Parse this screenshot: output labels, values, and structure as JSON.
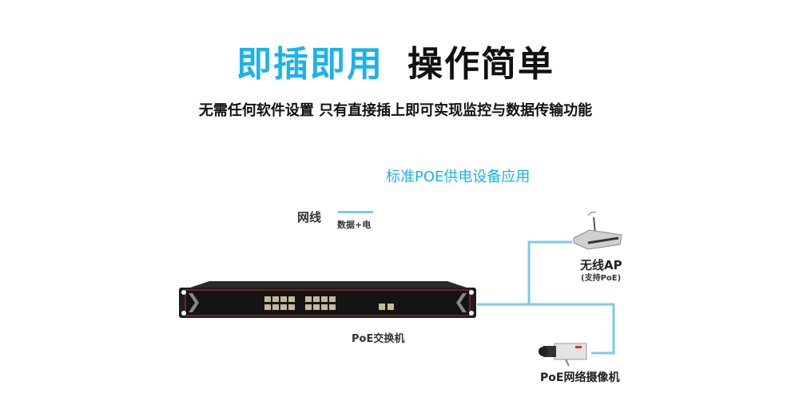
{
  "title": {
    "highlight": "即插即用",
    "rest": "操作简单"
  },
  "subtitle": "无需任何软件设置 只有直接插上即可实现监控与数据传输功能",
  "diagram": {
    "heading": "标准POE供电设备应用",
    "legend": {
      "label": "网线",
      "description": "数据+电",
      "line_color": "#7cc9ee"
    },
    "switch_label": "PoE交换机",
    "ap_label": "无线AP",
    "ap_sublabel": "(支持PoE)",
    "camera_label": "PoE网络摄像机"
  },
  "colors": {
    "accent": "#1ab3ea",
    "cable": "#7cc9ee"
  }
}
